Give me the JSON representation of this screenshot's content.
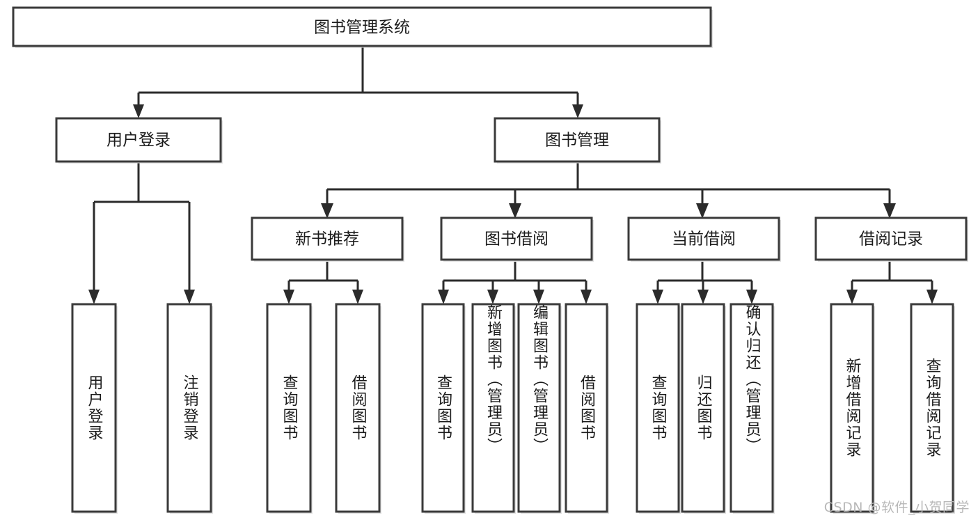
{
  "diagram": {
    "title": "图书管理系统",
    "type": "tree-hierarchy-chart",
    "root": {
      "label": "图书管理系统"
    },
    "level2": [
      {
        "label": "用户登录"
      },
      {
        "label": "图书管理"
      }
    ],
    "level3": [
      {
        "label": "新书推荐"
      },
      {
        "label": "图书借阅"
      },
      {
        "label": "当前借阅"
      },
      {
        "label": "借阅记录"
      }
    ],
    "leaves": {
      "user_login": [
        {
          "label": "用户登录"
        },
        {
          "label": "注销登录"
        }
      ],
      "new_book_recommend": [
        {
          "label": "查询图书"
        },
        {
          "label": "借阅图书"
        }
      ],
      "book_borrow": [
        {
          "label": "查询图书"
        },
        {
          "label": "新增图书（管理员）"
        },
        {
          "label": "编辑图书（管理员）"
        },
        {
          "label": "借阅图书"
        }
      ],
      "current_borrow": [
        {
          "label": "查询图书"
        },
        {
          "label": "归还图书"
        },
        {
          "label": "确认归还（管理员）"
        }
      ],
      "borrow_record": [
        {
          "label": "新增借阅记录"
        },
        {
          "label": "查询借阅记录"
        }
      ]
    }
  },
  "watermark": {
    "text": "CSDN @软件_小贺同学"
  },
  "colors": {
    "box_stroke": "#3a3a3a",
    "connector": "#2b2b2b",
    "text": "#1b1b1b",
    "background": "#ffffff",
    "watermark": "#b8b8b8"
  }
}
